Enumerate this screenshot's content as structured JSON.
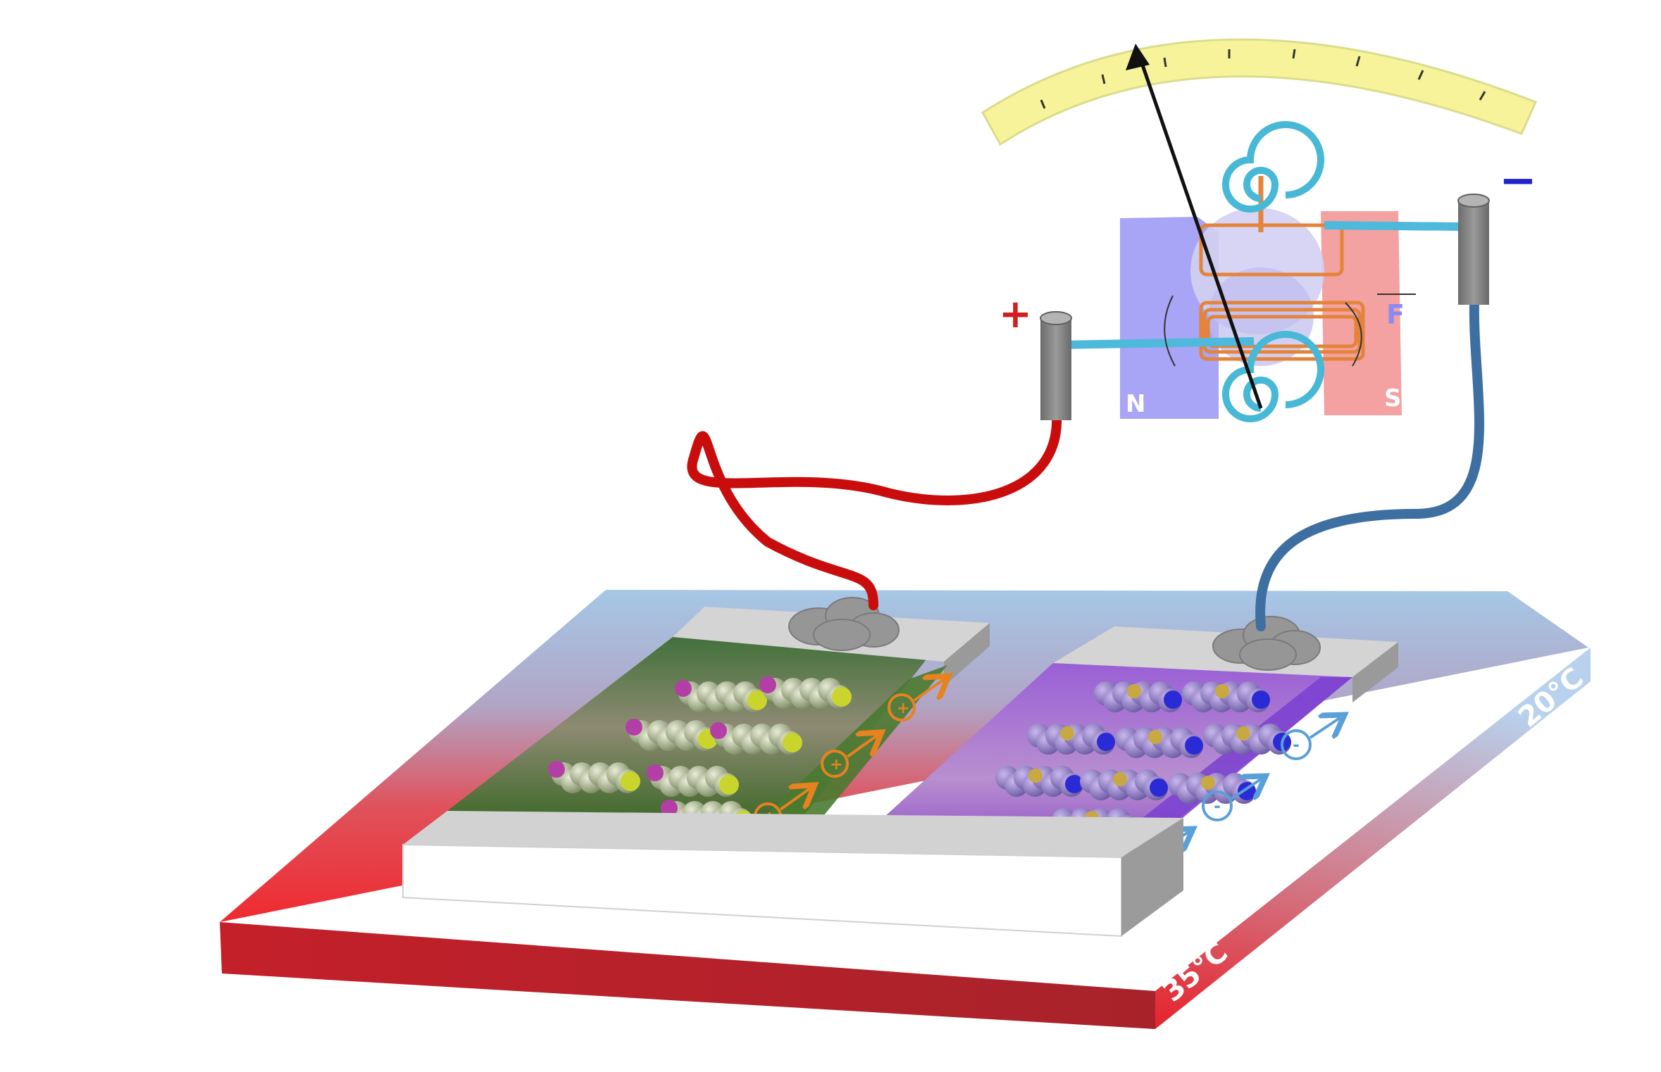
{
  "temperatures": {
    "hot": "35°C",
    "cold": "20°C"
  },
  "terminals": {
    "positive": "+",
    "negative": "−"
  },
  "galvanometer": {
    "north_pole": "N",
    "south_pole": "S",
    "force": "F"
  },
  "carriers": {
    "hole_sign": "+",
    "electron_sign": "-",
    "hole_count": 3,
    "electron_count": 3
  },
  "colors": {
    "hot_side": "#e8242b",
    "cold_side": "#a9c6e4",
    "p_type": "#4f7a3c",
    "n_type": "#7e43c7",
    "positive_wire": "#c90d0d",
    "negative_wire": "#3d6fa0",
    "hole_arrow": "#e6821f",
    "electron_arrow": "#5aa0d8",
    "meter_scale": "#f7f39a"
  }
}
